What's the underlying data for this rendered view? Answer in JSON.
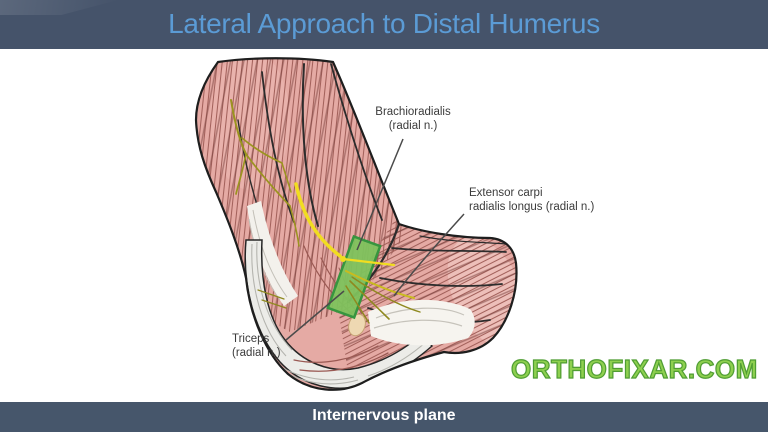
{
  "header": {
    "title": "Lateral Approach to Distal Humerus",
    "bg_color": "#45536a",
    "text_color": "#5b9bd5"
  },
  "footer": {
    "label": "Internervous plane",
    "bg_color": "#46566b",
    "text_color": "#ffffff"
  },
  "watermark": {
    "text": "ORTHOFIXAR.COM",
    "fill_color": "#8ed04f",
    "outline_color": "#4f9d33"
  },
  "figure": {
    "labels": {
      "brachioradialis": {
        "line1": "Brachioradialis",
        "line2": "(radial n.)"
      },
      "ecrl": {
        "line1": "Extensor carpi",
        "line2": "radialis longus (radial n.)"
      },
      "triceps": {
        "line1": "Triceps",
        "line2": "(radial n.)"
      }
    },
    "highlight": {
      "meaning": "internervous plane marker",
      "color": "#7ec25d"
    },
    "colors": {
      "muscle_pink": "#e5aaa4",
      "muscle_striation": "#a2605a",
      "tendon_white": "#f3f1ec",
      "nerve_yellow": "#f1dd20",
      "bone_beige": "#eed8b2"
    }
  }
}
